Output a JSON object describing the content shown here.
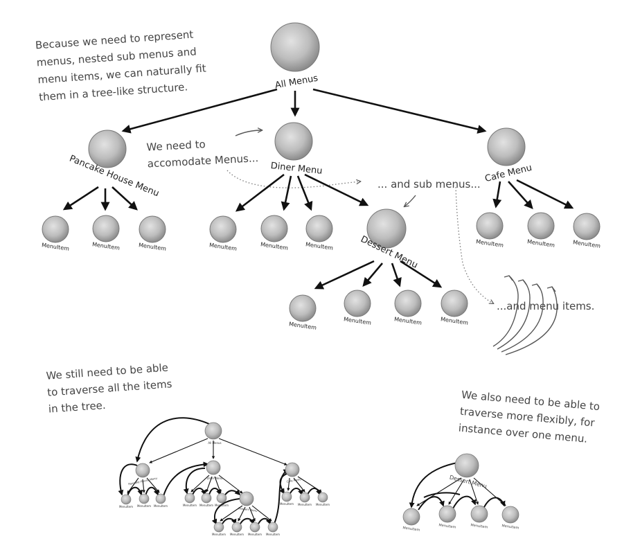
{
  "notes": {
    "intro": [
      "Because we need to represent",
      "menus, nested sub menus and",
      "menu items, we can naturally fit",
      "them in a tree-like structure."
    ],
    "menus": [
      "We need to",
      "accomodate Menus..."
    ],
    "submenus": "... and sub menus...",
    "items": "...and menu items.",
    "traverse_all": [
      "We still need to be able",
      "to traverse all the items",
      "in the tree."
    ],
    "traverse_flex": [
      "We also need to be able to",
      "traverse more flexibly, for",
      "instance over one menu."
    ]
  },
  "tree": {
    "root": "All Menus",
    "pancake": "Pancake House Menu",
    "diner": "Diner Menu",
    "cafe": "Cafe Menu",
    "dessert": "Dessert Menu",
    "item": "MenuItem"
  },
  "mini_tree": {
    "root": "All Menus",
    "pancake": "Pancake House Menu",
    "diner": "Diner Menu",
    "cafe": "Cafe Menu",
    "dessert": "Dessert Menu",
    "item": "MenuItem"
  },
  "dessert_tree": {
    "root": "Dessert Menu",
    "item": "MenuItem"
  },
  "colors": {
    "node_center": "#e0e0e0",
    "node_mid": "#b8b8b8",
    "node_edge": "#7a7a7a",
    "ink": "#111111"
  }
}
